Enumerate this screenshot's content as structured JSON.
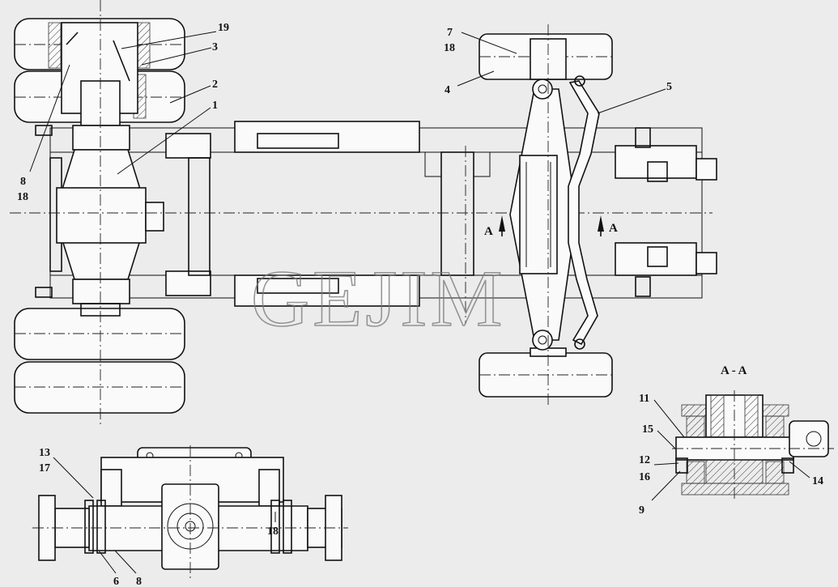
{
  "watermark": "GEJIM",
  "section_title": "A - A",
  "section_markers": [
    "A",
    "A"
  ],
  "callouts": {
    "c19": "19",
    "c3": "3",
    "c2": "2",
    "c1": "1",
    "c8a": "8",
    "c18a": "18",
    "c7": "7",
    "c18b": "18",
    "c4": "4",
    "c5": "5",
    "c13": "13",
    "c17": "17",
    "c18c": "18",
    "c6": "6",
    "c8b": "8",
    "c11": "11",
    "c15": "15",
    "c12": "12",
    "c16": "16",
    "c9": "9",
    "c14": "14"
  }
}
